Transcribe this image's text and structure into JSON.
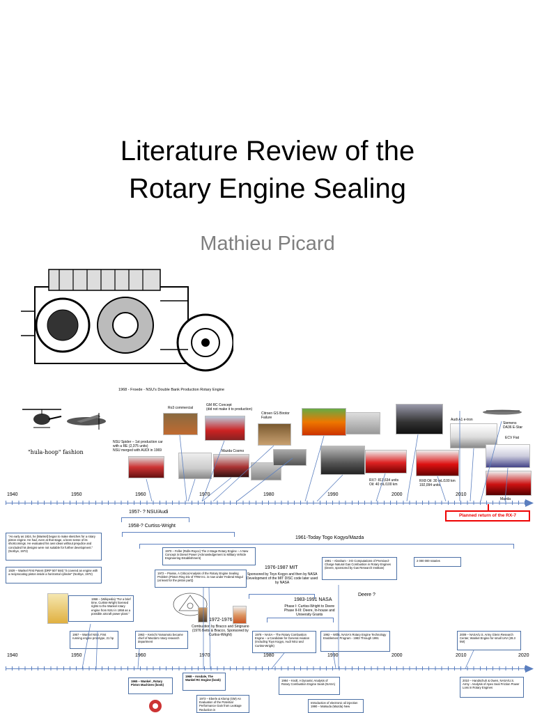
{
  "slide": {
    "title_line1": "Literature Review of the",
    "title_line2": "Rotary Engine Sealing",
    "author": "Mathieu Picard",
    "engine_caption": "1968 -  Froede -  NSU's Double Bank Production Rotary Engine"
  },
  "top_timeline": {
    "years": [
      "1940",
      "1950",
      "1960",
      "1970",
      "1980",
      "1990",
      "2000",
      "2010"
    ],
    "hula_hoop": "\"hula-hoop\" fashion",
    "photo_captions": [
      "Ro3 commercial",
      "GM RC Concept\n(did not make it to production)",
      "Citroen GS Birotor\nFailure",
      "NSU Spider – 1st production car\nwith a RE (2,375 units)\nNSU merged with AUDI in 1969",
      "Mazda Cosmo",
      "RX7: 811,634 units\nOil: 40 mL/100 km",
      "RX8 Oil: 30 mL/100 km\n192,094 units",
      "Audi A1 e-tron",
      "Siemens\nDA36 E-Star",
      "ECV Fiat",
      "Mazda"
    ],
    "planned_return": "Planned return of the RX-7"
  },
  "eras": {
    "nsu": "1957- ? NSU/Audi",
    "curtiss": "1958-? Curtiss-Wright",
    "mazda": "1961-Today Togo Kogyo/Mazda",
    "mit": "1976-1987 MIT",
    "mit_desc": "Sponsored by Toyo Kogyo and then by NASA\nDevelopment of the MIT DISC code later used\nby NASA",
    "nasa": "1983-1991 NASA",
    "nasa_desc": "Phase I: Curtiss-Wright to Deere\nPhase II-III: Deere, In-house and\nUniversity Grants",
    "deere": "Deere ?",
    "c1972": "1972-1976",
    "c1972_desc": "Combustion by Bracco and Sirignano\n(1976 Betts & Bracco, Sponsored by\nCurtiss-Wright)"
  },
  "bottom_timeline": {
    "years": [
      "1940",
      "1950",
      "1960",
      "1970",
      "1980",
      "1990",
      "2000",
      "2010",
      "2020"
    ]
  },
  "notes": [
    "\"As early as 1924, he [Wankel] began to make sketches for a rotary piston engine. He had, even at that stage, a keen sense of its shortcomings. He evaluated his own ideas without prejudice and concluded his designs were not suitable for further development.\" (Norbye, 1972)",
    "1929 – Wankel First Patent (DRP 507 584) \"it covered an engine with a reciprocating piston inside a horizontal cylinder\" (Norbye, 1972)",
    "1958 – (Wikipedia) \"For a brief time, Curtiss-Wright licensed rights to the Wankel rotary engine from NSU in 1958 as a possible aircraft power plant.\"",
    "1957 – Wankel NSU, First running engine prototype, 21 hp",
    "1963 – Kenichi Yamamoto became chief of Mazda's rotary research department",
    "1970 – Feller (Rolls-Royce) The 2-Stage Rotary Engine – A New Concept in Diesel Power (Acknowledgement to Military Vehicle Engineering Establishment)",
    "1972 – Prasse, A Critical Analysis of the Rotary Engine Sealing Problem (Piston Ring Div of TRW Inc. is now under Federal Mogul (at least for the piston part))",
    "1978 – NASA – The Rotary Combustion Engine – a Candidate for General Aviation (Including Toyo Kogyo, Audi NSU and Curtiss-Wright)",
    "1991 – Abraham - 3-D Computations of Premixed-Charge Natural Gas Combustion in Rotary Engines (Deere, sponsored by Gas Research Institute)",
    "2 000 000 rotaries",
    "1992 – Willis, NASA's Rotary Engine Technology Enablement Program - 1983 Through 1991",
    "2009 – NASA/U.S. Army Glenn Research Center, Wankel Engine for small UAV (28.3 kW)",
    "1965 – Wankel , Rotary Piston Machines (book)",
    "1968 – Ansdale, The Wankel RC Engine (book)",
    "1973 – Eberle & Klomp (GM) An Evaluation of the Potential Performance Gain from Leakage Reduction in",
    "1984 – Knoll, A Dynamic Analysis of Rotary Combustion Engine Seals (NASA)",
    "Introduction of electronic oil injection\n1990 – Matsuda (Mazda) New",
    "2010 – Handschuh & Owen, NASA/U.S. Army - Analysis of Apex Seal Friction Power Loss in Rotary Engines"
  ]
}
